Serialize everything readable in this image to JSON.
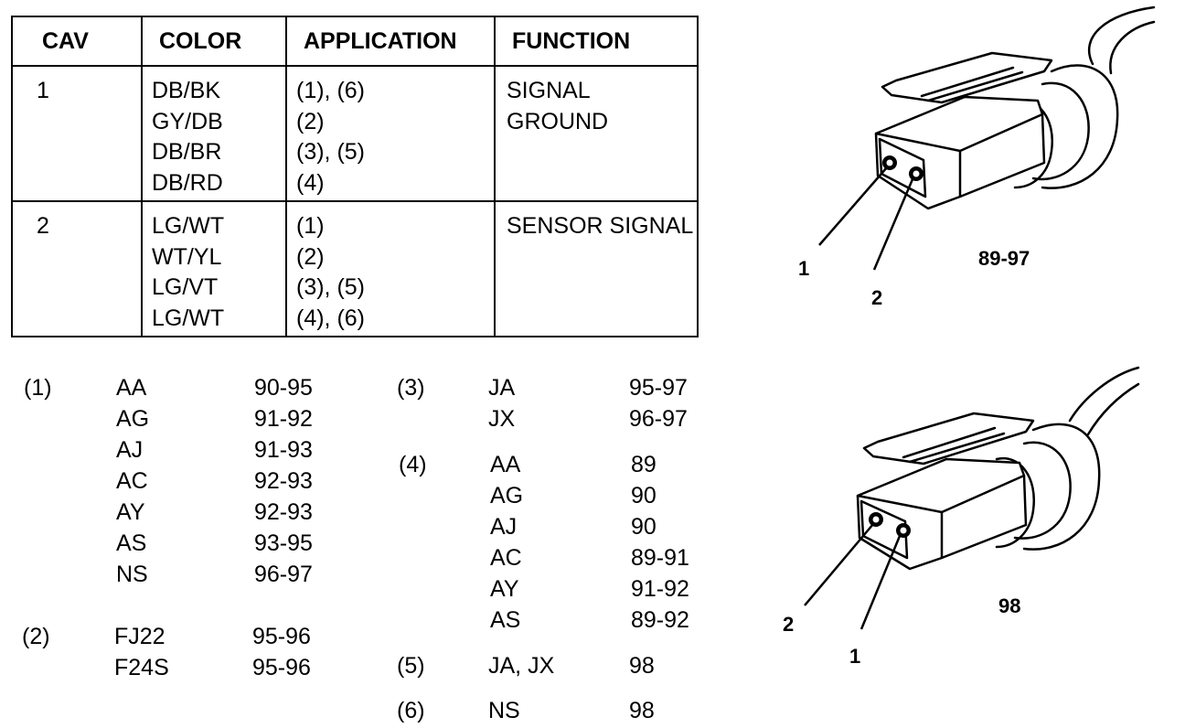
{
  "table": {
    "headers": [
      "CAV",
      "COLOR",
      "APPLICATION",
      "FUNCTION"
    ],
    "rows": [
      {
        "cav": "1",
        "colors": [
          "DB/BK",
          "GY/DB",
          "DB/BR",
          "DB/RD"
        ],
        "applications": [
          "(1), (6)",
          "(2)",
          "(3), (5)",
          "(4)"
        ],
        "function": "SIGNAL GROUND"
      },
      {
        "cav": "2",
        "colors": [
          "LG/WT",
          "WT/YL",
          "LG/VT",
          "LG/WT"
        ],
        "applications": [
          "(1)",
          "(2)",
          "(3), (5)",
          "(4), (6)"
        ],
        "function": "SENSOR SIGNAL"
      }
    ]
  },
  "notes": {
    "n1": {
      "key": "(1)",
      "items": [
        {
          "code": "AA",
          "years": "90-95"
        },
        {
          "code": "AG",
          "years": "91-92"
        },
        {
          "code": "AJ",
          "years": "91-93"
        },
        {
          "code": "AC",
          "years": "92-93"
        },
        {
          "code": "AY",
          "years": "92-93"
        },
        {
          "code": "AS",
          "years": "93-95"
        },
        {
          "code": "NS",
          "years": "96-97"
        }
      ]
    },
    "n2": {
      "key": "(2)",
      "items": [
        {
          "code": "FJ22",
          "years": "95-96"
        },
        {
          "code": "F24S",
          "years": "95-96"
        }
      ]
    },
    "n3": {
      "key": "(3)",
      "items": [
        {
          "code": "JA",
          "years": "95-97"
        },
        {
          "code": "JX",
          "years": "96-97"
        }
      ]
    },
    "n4": {
      "key": "(4)",
      "items": [
        {
          "code": "AA",
          "years": "89"
        },
        {
          "code": "AG",
          "years": "90"
        },
        {
          "code": "AJ",
          "years": "90"
        },
        {
          "code": "AC",
          "years": "89-91"
        },
        {
          "code": "AY",
          "years": "91-92"
        },
        {
          "code": "AS",
          "years": "89-92"
        }
      ]
    },
    "n5": {
      "key": "(5)",
      "items": [
        {
          "code": "JA, JX",
          "years": "98"
        }
      ]
    },
    "n6": {
      "key": "(6)",
      "items": [
        {
          "code": "NS",
          "years": "98"
        }
      ]
    }
  },
  "connectors": {
    "top": {
      "year_label": "89-97",
      "pin_a": "1",
      "pin_b": "2"
    },
    "bottom": {
      "year_label": "98",
      "pin_a": "2",
      "pin_b": "1"
    }
  }
}
